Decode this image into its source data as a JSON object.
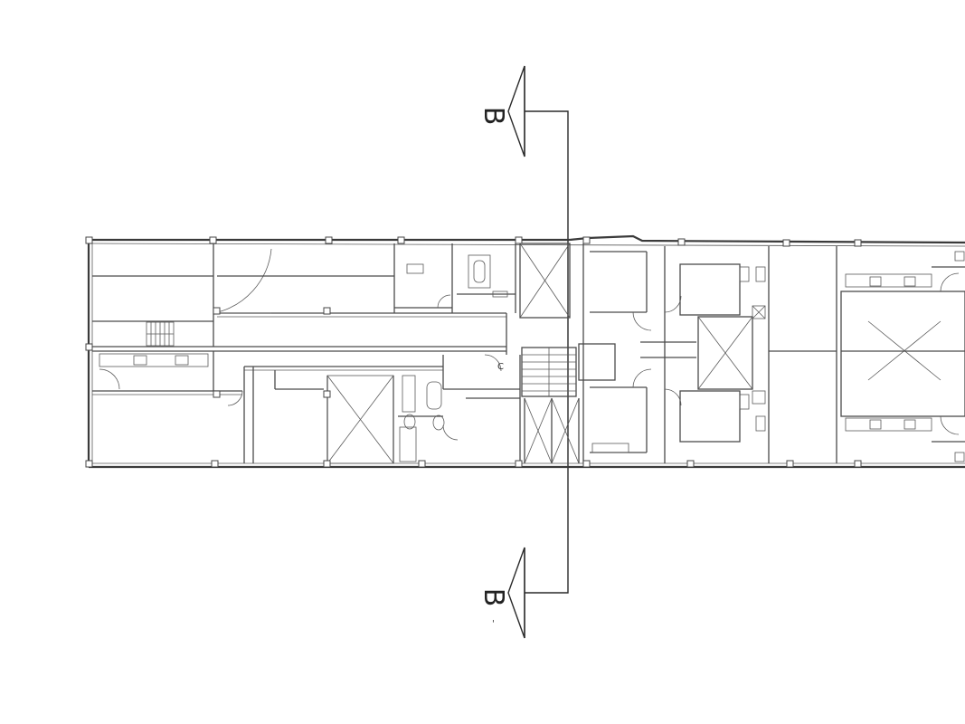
{
  "section": {
    "top_label": "B",
    "bottom_label": "B",
    "bottom_mark": "'"
  },
  "room_marks": {
    "c_mark": "C"
  }
}
